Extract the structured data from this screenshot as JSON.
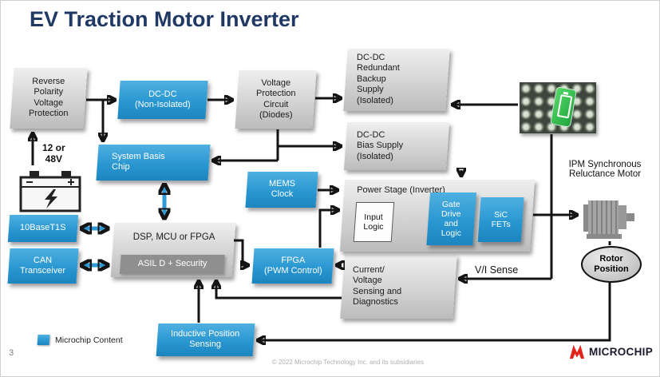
{
  "slide": {
    "title": "EV Traction Motor Inverter",
    "page_number": "3",
    "copyright": "© 2022 Microchip Technology Inc. and its subsidiaries"
  },
  "legend": {
    "label": "Microchip Content"
  },
  "brand": {
    "logo_text": "MICROCHIP"
  },
  "colors": {
    "microchip_blue": "#2E9BD6",
    "block_gray": "#D3D3D3",
    "asil_gray": "#8F8F8F",
    "title_navy": "#1F3864",
    "wire_black": "#141414",
    "logo_red": "#E2231A"
  },
  "annotations": {
    "battery_voltage": "12 or\n48V",
    "vi_sense": "V/I Sense",
    "motor_label": "IPM Synchronous\nReluctance Motor"
  },
  "blocks": {
    "reverse_polarity": "Reverse\nPolarity\nVoltage\nProtection",
    "dcdc_non_isolated": "DC-DC\n(Non-Isolated)",
    "voltage_protection": "Voltage\nProtection\nCircuit\n(Diodes)",
    "dcdc_redundant": "DC-DC\nRedundant\nBackup\nSupply\n(Isolated)",
    "dcdc_bias": "DC-DC\nBias Supply\n(Isolated)",
    "system_basis_chip": "System Basis\nChip",
    "mems_clock": "MEMS\nClock",
    "power_stage": "Power Stage (Inverter)",
    "input_logic": "Input\nLogic",
    "gate_drive": "Gate\nDrive\nand\nLogic",
    "sic_fets": "SiC\nFETs",
    "dsp": "DSP, MCU or FPGA",
    "asil": "ASIL D + Security",
    "ten_base_t1s": "10BaseT1S",
    "can_transceiver": "CAN\nTransceiver",
    "fpga": "FPGA\n(PWM Control)",
    "current_voltage": "Current/\nVoltage\nSensing  and\nDiagnostics",
    "inductive_position": "Inductive Position\nSensing",
    "rotor_position": "Rotor\nPosition"
  }
}
